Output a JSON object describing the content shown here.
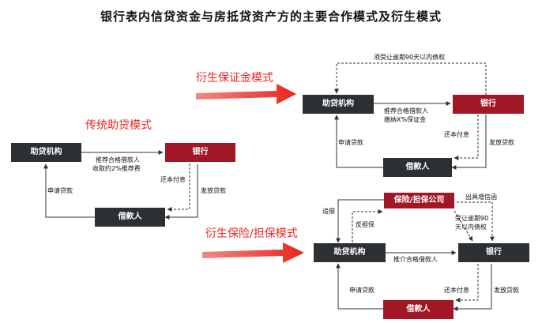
{
  "title": "银行表内信贷资金与房抵贷资产方的主要合作模式及衍生模式",
  "sections": {
    "traditional": "传统助贷模式",
    "deposit": "衍生保证金模式",
    "insurance": "衍生保险/担保模式"
  },
  "nodes": {
    "m1_agency": "助贷机构",
    "m1_bank": "银行",
    "m1_borrower": "借款人",
    "m2_agency": "助贷机构",
    "m2_bank": "银行",
    "m2_borrower": "借款人",
    "m3_guarantor": "保险/担保公司",
    "m3_agency": "助贷机构",
    "m3_bank": "银行",
    "m3_borrower": "借款人"
  },
  "labels": {
    "m1_recommend": "推荐合格借款人",
    "m1_fee": "收取约2%推荐费",
    "m1_apply": "申请贷款",
    "m1_repay": "还本付息",
    "m1_disburse": "发放贷款",
    "m2_buyback": "须受让逾期90天以内债权",
    "m2_recommend": "推荐合格借款人",
    "m2_deposit": "缴纳X%保证金",
    "m2_apply": "申请贷款",
    "m2_repay": "还本付息",
    "m2_disburse": "发放贷款",
    "m3_recourse": "追偿",
    "m3_counter": "反担保",
    "m3_credit": "出具增信函",
    "m3_accept1": "受让逾期90",
    "m3_accept2": "天以内债权",
    "m3_recommend": "推介合格借款人",
    "m3_apply": "申请贷款",
    "m3_repay": "还本付息",
    "m3_disburse": "发放贷款"
  },
  "colors": {
    "accent_red": "#e8251d",
    "box_dark": "#2c2f33",
    "box_red": "#a21725"
  }
}
